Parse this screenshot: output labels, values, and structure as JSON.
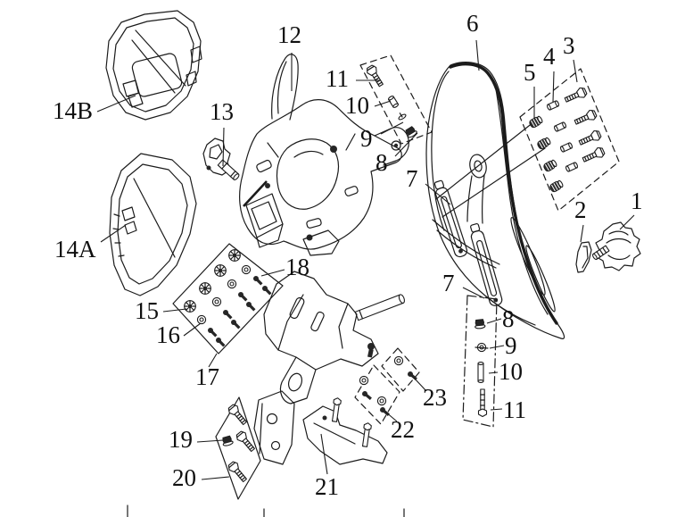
{
  "diagram": {
    "kind": "exploded-parts-diagram",
    "background_color": "#ffffff",
    "line_color": "#1b1b1b",
    "label_color": "#101010",
    "callouts": [
      {
        "ref": "1"
      },
      {
        "ref": "2"
      },
      {
        "ref": "3"
      },
      {
        "ref": "4"
      },
      {
        "ref": "5"
      },
      {
        "ref": "6"
      },
      {
        "ref": "7"
      },
      {
        "ref": "7"
      },
      {
        "ref": "8"
      },
      {
        "ref": "9"
      },
      {
        "ref": "10"
      },
      {
        "ref": "11"
      },
      {
        "ref": "8"
      },
      {
        "ref": "9"
      },
      {
        "ref": "10"
      },
      {
        "ref": "11"
      },
      {
        "ref": "12"
      },
      {
        "ref": "13"
      },
      {
        "ref": "14A"
      },
      {
        "ref": "14B"
      },
      {
        "ref": "15"
      },
      {
        "ref": "16"
      },
      {
        "ref": "17"
      },
      {
        "ref": "18"
      },
      {
        "ref": "19"
      },
      {
        "ref": "20"
      },
      {
        "ref": "21"
      },
      {
        "ref": "22"
      },
      {
        "ref": "23"
      }
    ]
  }
}
